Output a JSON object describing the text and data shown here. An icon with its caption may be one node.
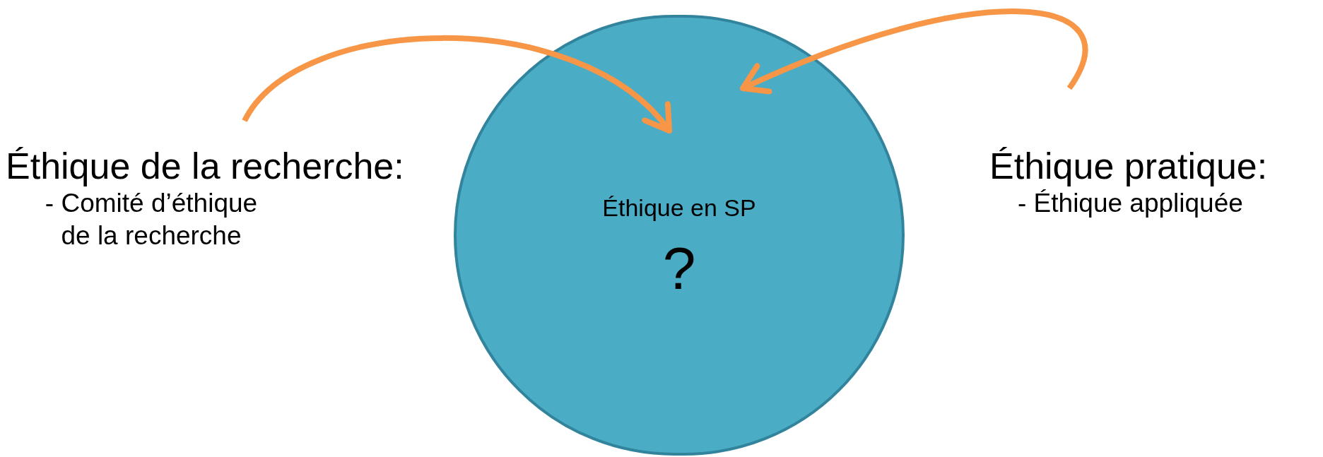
{
  "diagram": {
    "nodes": [
      {
        "text": [
          "Éthique de la recherche:",
          "- Comité d’éthique de la recherche"
        ]
      },
      {
        "text": [
          "Éthique en SP",
          "?"
        ]
      },
      {
        "text": [
          "Éthique pratique:",
          "- Éthique appliquée"
        ]
      }
    ],
    "edges": [
      {
        "from": 0,
        "to": 1,
        "arrow": "to"
      },
      {
        "from": 2,
        "to": 1,
        "arrow": "to"
      }
    ]
  }
}
